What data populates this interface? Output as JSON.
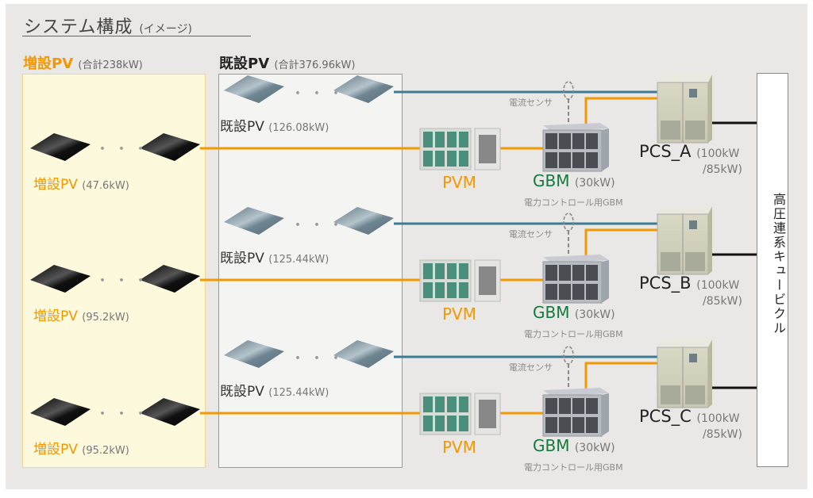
{
  "title": {
    "main": "システム構成",
    "sub": "(イメージ)"
  },
  "groups": {
    "new_pv": {
      "label": "増設PV",
      "total": "(合計238kW)"
    },
    "existing_pv": {
      "label": "既設PV",
      "total": "(合計376.96kW)"
    }
  },
  "rows": [
    {
      "new_pv": {
        "label": "増設PV",
        "power": "(47.6kW)"
      },
      "existing_pv": {
        "label": "既設PV",
        "power": "(126.08kW)"
      },
      "pvm": "PVM",
      "gbm": {
        "label": "GBM",
        "power": "(30kW)",
        "note": "電力コントロール用GBM"
      },
      "sensor": "電流センサ",
      "pcs": {
        "label": "PCS_A",
        "rating1": "(100kW",
        "rating2": "/85kW)"
      }
    },
    {
      "new_pv": {
        "label": "増設PV",
        "power": "(95.2kW)"
      },
      "existing_pv": {
        "label": "既設PV",
        "power": "(125.44kW)"
      },
      "pvm": "PVM",
      "gbm": {
        "label": "GBM",
        "power": "(30kW)",
        "note": "電力コントロール用GBM"
      },
      "sensor": "電流センサ",
      "pcs": {
        "label": "PCS_B",
        "rating1": "(100kW",
        "rating2": "/85kW)"
      }
    },
    {
      "new_pv": {
        "label": "増設PV",
        "power": "(95.2kW)"
      },
      "existing_pv": {
        "label": "既設PV",
        "power": "(125.44kW)"
      },
      "pvm": "PVM",
      "gbm": {
        "label": "GBM",
        "power": "(30kW)",
        "note": "電力コントロール用GBM"
      },
      "sensor": "電流センサ",
      "pcs": {
        "label": "PCS_C",
        "rating1": "(100kW",
        "rating2": "/85kW)"
      }
    }
  ],
  "dots": "・・・",
  "cubicle": "高圧連系キュービクル",
  "colors": {
    "new_line": "#f39800",
    "existing_line": "#3f7a93",
    "grid_line": "#111111",
    "gbm_text": "#127a3b",
    "new_pv_text": "#f39800"
  }
}
